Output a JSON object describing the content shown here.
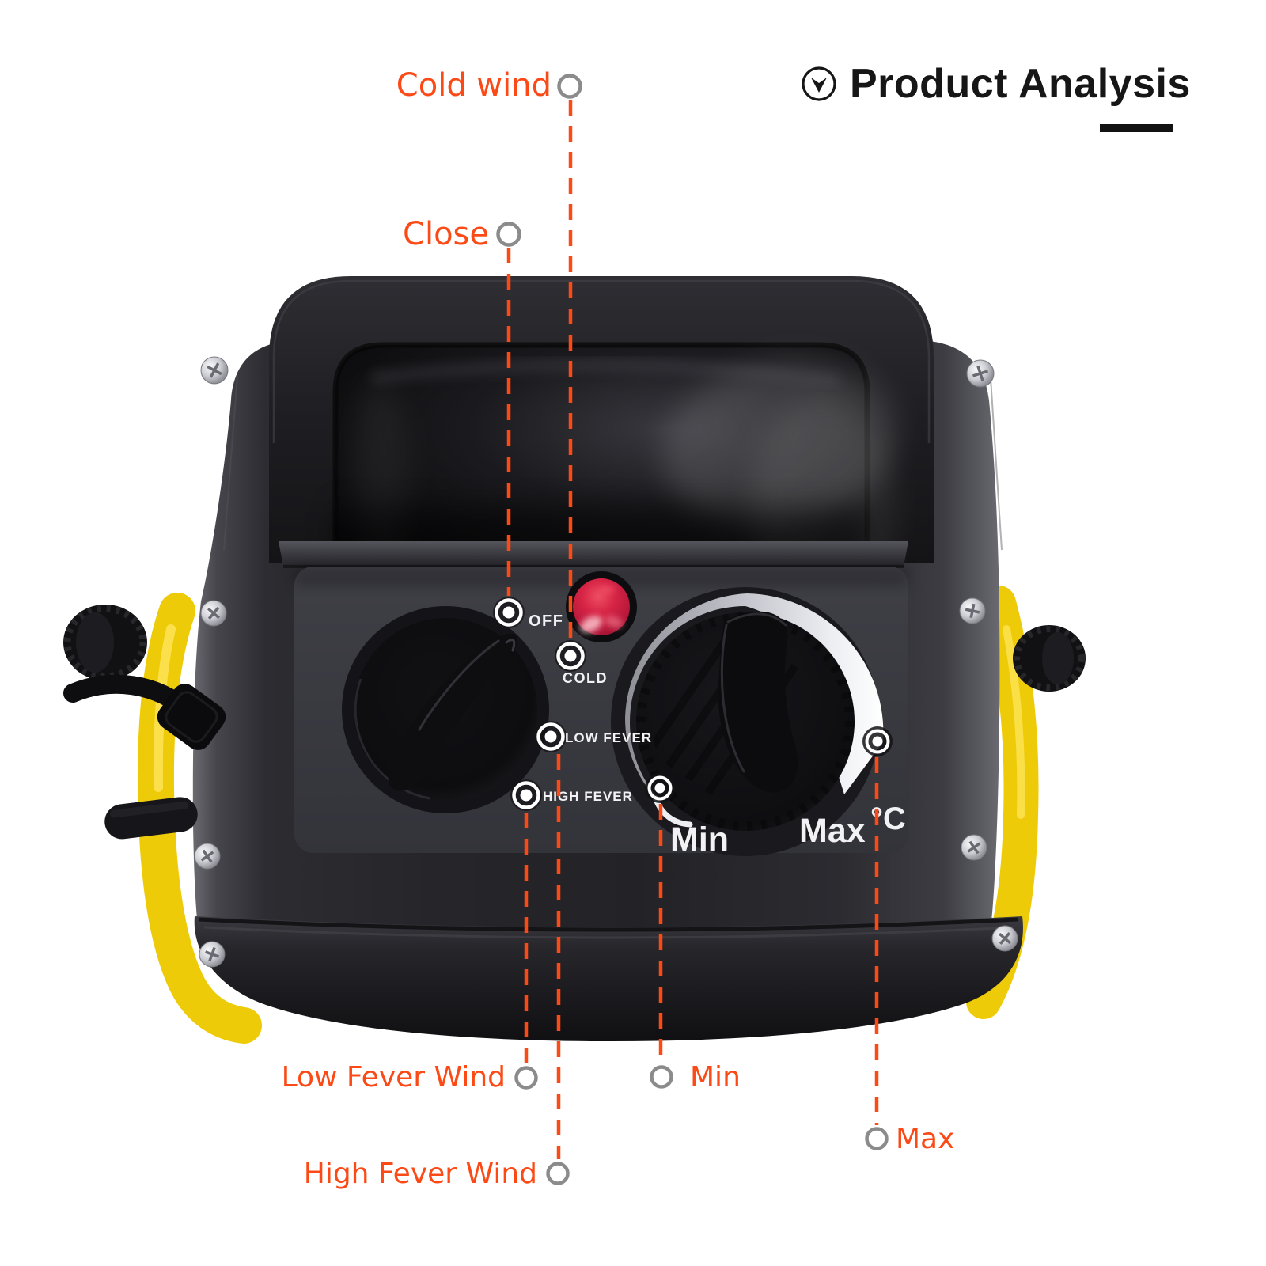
{
  "header": {
    "icon": "circle-chevron-down-icon",
    "title": "Product Analysis"
  },
  "callouts": {
    "cold_wind": "Cold wind",
    "close": "Close",
    "low_fever_wind": "Low Fever Wind",
    "min": "Min",
    "max": "Max",
    "high_fever_wind": "High Fever Wind"
  },
  "device_panel": {
    "off": "OFF",
    "cold": "COLD",
    "low_fever": "LOW FEVER",
    "high_fever": "HIGH FEVER",
    "min": "Min",
    "max": "Max",
    "temp_unit": "°C"
  },
  "colors": {
    "accent_orange": "#fb4a15",
    "callout_ring_gray": "#8b8b8b",
    "title_black": "#161616",
    "device_yellow": "#eecb08",
    "indicator_red": "#cf2038",
    "dial_silver": "#d9dadf",
    "marker_white": "#ffffff"
  }
}
